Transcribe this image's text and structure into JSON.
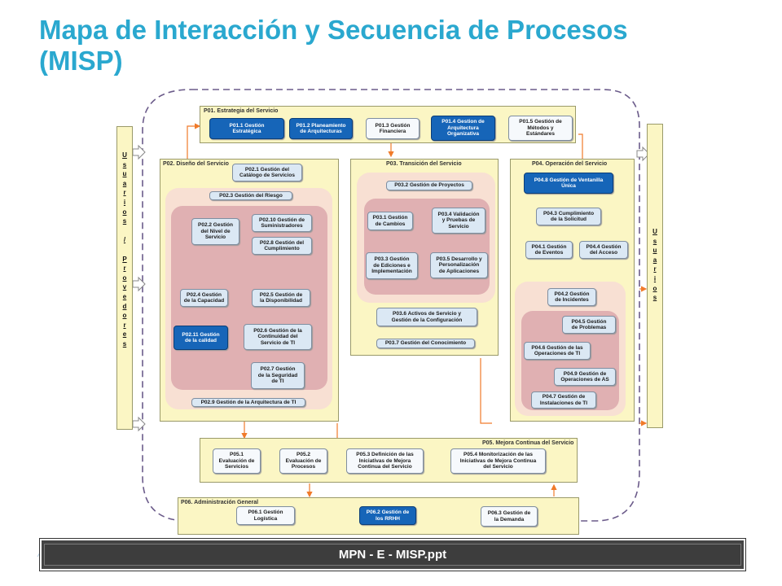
{
  "title": {
    "line1": "Mapa de Interacción y Secuencia de Procesos",
    "line2": "(MISP)"
  },
  "actors": {
    "left": "U\ns\nu\na\nr\ni\no\ns\n\n/\n\nP\nr\no\nv\ne\nd\no\nr\ne\ns",
    "right": "U\ns\nu\na\nr\ni\no\ns"
  },
  "groups": {
    "p01": "P01. Estrategia del Servicio",
    "p02": "P02. Diseño del Servicio",
    "p03": "P03. Transición del Servicio",
    "p04": "P04. Operación del Servicio",
    "p05": "P05. Mejora Continua del Servicio",
    "p06": "P06. Administración General"
  },
  "processes": {
    "p01_1": "P01.1 Gestión\nEstratégica",
    "p01_2": "P01.2 Planeamiento\nde Arquitecturas",
    "p01_3": "P01.3 Gestión\nFinanciera",
    "p01_4": "P01.4 Gestion de\nArquitectura\nOrganizativa",
    "p01_5": "P01.5 Gestión de\nMétodos y\nEstándares",
    "p02_1": "P02.1 Gestión del\nCatálogo de Servicios",
    "p02_3": "P02.3 Gestión  del Riesgo",
    "p02_2": "P02.2 Gestión\ndel Nivel de\nServicio",
    "p02_10": "P02.10 Gestión  de\nSuministradores",
    "p02_8": "P02.8 Gestión  del\nCumplimiento",
    "p02_4": "P02.4 Gestión\nde la Capacidad",
    "p02_5": "P02.5 Gestión de\nla Disponibilidad",
    "p02_11": "P02.11 Gestión\nde la calidad",
    "p02_6": "P02.6 Gestión de la\nContinuidad del\nServicio de TI",
    "p02_7": "P02.7 Gestión\nde la Seguridad\nde TI",
    "p02_9": "P02.9 Gestión de la Arquitectura de TI",
    "p03_2": "P03.2 Gestión de Proyectos",
    "p03_1": "P03.1 Gestión\nde Cambios",
    "p03_4": "P03.4 Validación\ny Pruebas de\nServicio",
    "p03_3": "P03.3 Gestión\nde Ediciones e\nImplementación",
    "p03_5": "P03.5 Desarrollo y\nPersonalización\nde Aplicaciones",
    "p03_6": "P03.6 Activos de Servicio y\nGestión de la Configuración",
    "p03_7": "P03.7 Gestión  del Conocimiento",
    "p04_8": "P04.8 Gestión de Ventanilla\nÚnica",
    "p04_3": "P04.3 Cumplimiento\nde la Solicitud",
    "p04_1": "P04.1 Gestión\nde Eventos",
    "p04_4": "P04.4 Gestión\ndel Acceso",
    "p04_2": "P04.2 Gestión\nde Incidentes",
    "p04_5": "P04.5 Gestión\nde Problemas",
    "p04_6": "P04.6 Gestión  de las\nOperaciones de TI",
    "p04_9": "P04.9 Gestión  de\nOperaciones de AS",
    "p04_7": "P04.7 Gestión de\nInstalaciones de TI",
    "p05_1": "P05.1\nEvaluación de\nServicios",
    "p05_2": "P05.2\nEvaluación de\nProcesos",
    "p05_3": "P05.3 Definición de las\nIniciativas de Mejora\nContinua del Servicio",
    "p05_4": "P05.4  Monitorización de las\nIniciativas de Mejora Continua\ndel Servicio",
    "p06_1": "P06.1 Gestión\nLogística",
    "p06_2": "P06.2 Gestión de\nlos RRHH",
    "p06_3": "P06.3 Gestión de\nla Demanda"
  },
  "footer": {
    "text": "MPN - E - MISP.ppt",
    "corner": "A"
  },
  "colors": {
    "title": "#2aa8cf",
    "group_bg": "#fbf6c4",
    "process_blue": "#1665b8",
    "zone_outer": "#f8e0d3",
    "zone_inner": "#e0b0b2",
    "arrow_orange": "#f07a2a",
    "arrow_blue": "#3a6fbf"
  }
}
